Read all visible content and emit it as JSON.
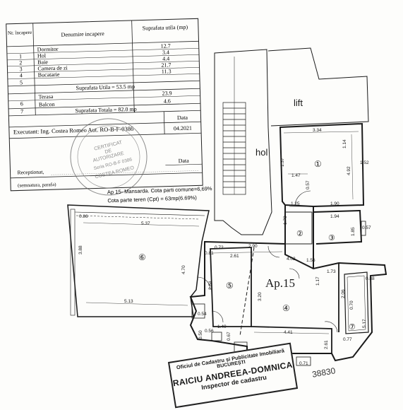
{
  "table": {
    "headers": {
      "nr": "Nr. încapere",
      "name": "Denumire incapere",
      "area": "Suprafata utila (mp)"
    },
    "rows": [
      {
        "nr": "1",
        "name": "Dormitor",
        "area": "12.7"
      },
      {
        "nr": "2",
        "name": "Hol",
        "area": "3.4"
      },
      {
        "nr": "3",
        "name": "Baie",
        "area": "4.4"
      },
      {
        "nr": "4",
        "name": "Camera de zi",
        "area": "21.7"
      },
      {
        "nr": "5",
        "name": "Bucatarie",
        "area": "11.3"
      }
    ],
    "useful_total": "Suprafata Utila = 53.5 mp",
    "rows2": [
      {
        "nr": "6",
        "name": "Terasa",
        "area": "23.9"
      },
      {
        "nr": "7",
        "name": "Balcon",
        "area": "4.6"
      }
    ],
    "grand_total": "Suprafata Totala = 82.0 mp",
    "executant": "Executant: Ing. Costea Romeo  Aut. RO-B-F-0386",
    "date_label": "Data",
    "date_value": "04.2021",
    "receptionat": "Receptionat,",
    "receptionat_date": "Data",
    "signature_note": "(semnatura, parafa)"
  },
  "seal_text": {
    "l1": "CERTIFICAT",
    "l2": "DE",
    "l3": "AUTORIZARE",
    "l4": "Seria RO-B-F 0386",
    "l5": "COSTEA ROMEO"
  },
  "notes": {
    "line1": "Ap 15- Mansarda. Cota parti comune=6,69%",
    "line2": "Cota parte teren (Cpt) = 63mp(6.69%)"
  },
  "plan": {
    "lift": "lift",
    "hol": "hol",
    "apartment": "Ap.15",
    "rooms": [
      "①",
      "②",
      "③",
      "④",
      "⑤",
      "⑥",
      "⑦"
    ],
    "dims": {
      "d334": "3.34",
      "d114": "1.14",
      "d492": "4.92",
      "d152": "1.52",
      "d137": "1.37",
      "d147": "1.47",
      "d057": "0.57",
      "d190": "1.90",
      "d125": "1.25",
      "d194": "1.94",
      "d178": "1.78",
      "d185": "1.85",
      "d057b": "0.57",
      "d086": "0.86",
      "d537": "5.37",
      "d388": "3.88",
      "d470": "4.70",
      "d513": "5.13",
      "d072": "0.72",
      "d290": "2.90",
      "d081": "0.81",
      "d261": "2.61",
      "d284": "2.84",
      "d054": "0.54",
      "d156": "1.56",
      "d173": "1.73",
      "d320": "3.20",
      "d206": "2.06",
      "d088": "0.88",
      "d070": "0.70",
      "d402": "4.02",
      "d117": "1.17",
      "d140": "1.40",
      "d441": "4.41",
      "d261b": "2.61",
      "d077": "0.77",
      "d517": "5.17",
      "d067": "0.67",
      "d071": "0.71",
      "d056": "0.56",
      "d050": "0.50"
    }
  },
  "stamp": {
    "l1": "Oficiul de Cadastru și Publicitate Imobiliară",
    "l2": "BUCUREȘTI",
    "l3": "RAICIU ANDREEA-DOMNICA",
    "l4": "Inspector de cadastru"
  },
  "doc_number": "38830",
  "colors": {
    "ink": "#1a1a1a",
    "paper": "#fdfdfb",
    "seal": "#555555"
  }
}
